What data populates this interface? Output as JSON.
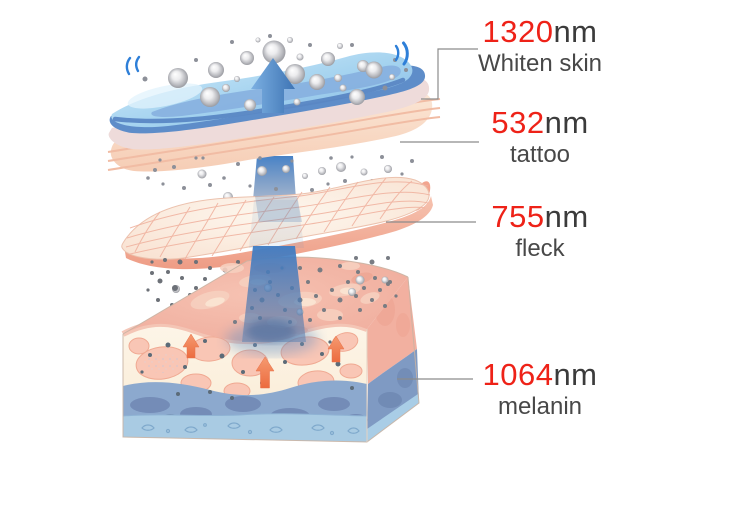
{
  "diagram": {
    "name": "laser-wavelength-skin-penetration-diagram",
    "labels": [
      {
        "wavelength": "1320",
        "unit": "nm",
        "description": "Whiten skin"
      },
      {
        "wavelength": "532",
        "unit": "nm",
        "description": "tattoo"
      },
      {
        "wavelength": "755",
        "unit": "nm",
        "description": "fleck"
      },
      {
        "wavelength": "1064",
        "unit": "nm",
        "description": "melanin"
      }
    ],
    "icons": {
      "up_arrow": "laser-up-arrow-icon",
      "vibration": "vibration-marks-icon",
      "beam": "laser-beam",
      "particles": "pigment-particles"
    }
  },
  "colors": {
    "background": "#ffffff",
    "wavelength_number_red": "#ee2218",
    "unit_text_dark": "#3b3b3b",
    "description_text_gray": "#484848",
    "connector_line_gray": "#8c8c8c",
    "epidermis_surface_blue": "#9ed3f0",
    "epidermis_edge_blue": "#5e8dc9",
    "speckled_layer_pink": "#eddbd9",
    "dermis_band_peach": "#f9ddc9",
    "mesh_layer_cream": "#fdf4e8",
    "mesh_grid_pink": "#f0b3a0",
    "tissue_front_cream": "#fcf2df",
    "tissue_cell_pink": "#f9c6b5",
    "tissue_top_pink": "#f2b3a5",
    "subcutaneous_blue": "#8ca9ce",
    "subcutaneous_light_blue": "#a9cbe3",
    "laser_beam_blue": "#3e7cc4",
    "heat_arrow_orange": "#f08457",
    "particle_gray": "#9a9a9a"
  }
}
